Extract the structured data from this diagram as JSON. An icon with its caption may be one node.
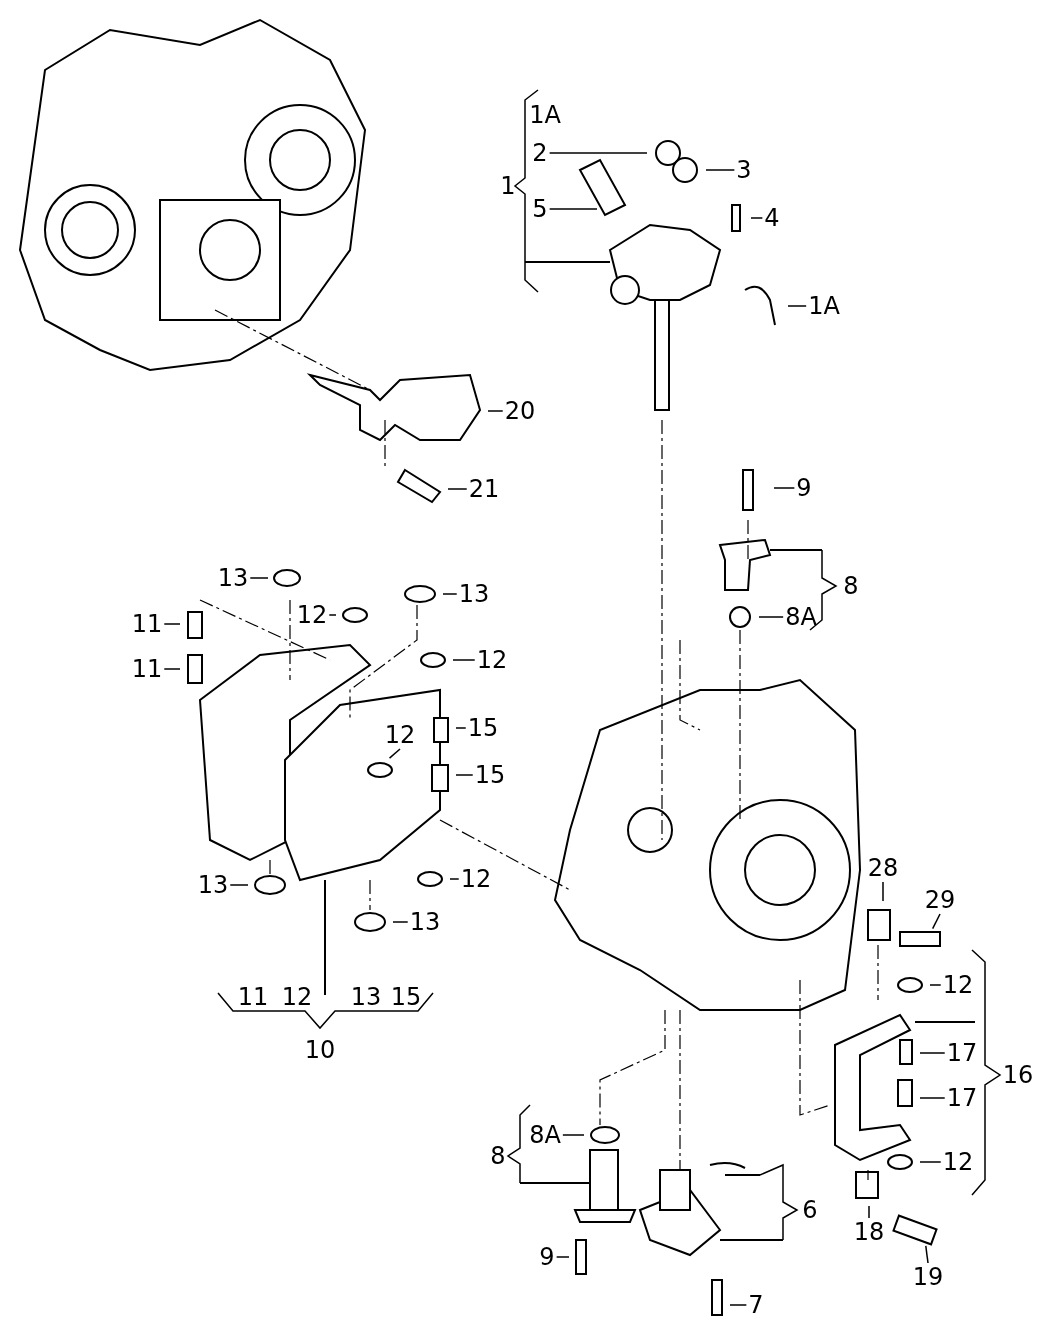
{
  "diagram": {
    "nodes": [
      {
        "text": [
          "2"
        ]
      },
      {
        "text": [
          "3"
        ]
      },
      {
        "text": [
          "5"
        ]
      },
      {
        "text": [
          "4"
        ]
      },
      {
        "text": [
          "1A"
        ]
      },
      {
        "text": [
          "20"
        ]
      },
      {
        "text": [
          "21"
        ]
      },
      {
        "text": [
          "9"
        ]
      },
      {
        "text": [
          "8A"
        ]
      },
      {
        "text": [
          "13"
        ]
      },
      {
        "text": [
          "13"
        ]
      },
      {
        "text": [
          "12"
        ]
      },
      {
        "text": [
          "11"
        ]
      },
      {
        "text": [
          "12"
        ]
      },
      {
        "text": [
          "11"
        ]
      },
      {
        "text": [
          "15"
        ]
      },
      {
        "text": [
          "12"
        ]
      },
      {
        "text": [
          "15"
        ]
      },
      {
        "text": [
          "13"
        ]
      },
      {
        "text": [
          "12"
        ]
      },
      {
        "text": [
          "13"
        ]
      },
      {
        "text": [
          "28"
        ]
      },
      {
        "text": [
          "29"
        ]
      },
      {
        "text": [
          "12"
        ]
      },
      {
        "text": [
          "17"
        ]
      },
      {
        "text": [
          "17"
        ]
      },
      {
        "text": [
          "12"
        ]
      },
      {
        "text": [
          "18"
        ]
      },
      {
        "text": [
          "19"
        ]
      },
      {
        "text": [
          "8A"
        ]
      },
      {
        "text": [
          "9"
        ]
      },
      {
        "text": [
          "7"
        ]
      }
    ],
    "edges": [
      {
        "from": 0,
        "to": null,
        "arrow": "none"
      },
      {
        "from": 1,
        "to": null,
        "arrow": "none"
      },
      {
        "from": 2,
        "to": null,
        "arrow": "none"
      },
      {
        "from": 3,
        "to": null,
        "arrow": "none"
      },
      {
        "from": 4,
        "to": null,
        "arrow": "none"
      },
      {
        "from": 5,
        "to": null,
        "arrow": "none"
      },
      {
        "from": 6,
        "to": null,
        "arrow": "none"
      },
      {
        "from": 7,
        "to": null,
        "arrow": "none"
      },
      {
        "from": 8,
        "to": null,
        "arrow": "none"
      },
      {
        "from": 9,
        "to": null,
        "arrow": "none"
      },
      {
        "from": 10,
        "to": null,
        "arrow": "none"
      },
      {
        "from": 11,
        "to": null,
        "arrow": "none"
      },
      {
        "from": 12,
        "to": null,
        "arrow": "none"
      },
      {
        "from": 13,
        "to": null,
        "arrow": "none"
      },
      {
        "from": 14,
        "to": null,
        "arrow": "none"
      },
      {
        "from": 15,
        "to": null,
        "arrow": "none"
      },
      {
        "from": 16,
        "to": null,
        "arrow": "none"
      },
      {
        "from": 17,
        "to": null,
        "arrow": "none"
      },
      {
        "from": 18,
        "to": null,
        "arrow": "none"
      },
      {
        "from": 19,
        "to": null,
        "arrow": "none"
      },
      {
        "from": 20,
        "to": null,
        "arrow": "none"
      },
      {
        "from": 21,
        "to": null,
        "arrow": "none"
      },
      {
        "from": 22,
        "to": null,
        "arrow": "none"
      },
      {
        "from": 23,
        "to": null,
        "arrow": "none"
      },
      {
        "from": 24,
        "to": null,
        "arrow": "none"
      },
      {
        "from": 25,
        "to": null,
        "arrow": "none"
      },
      {
        "from": 26,
        "to": null,
        "arrow": "none"
      },
      {
        "from": 27,
        "to": null,
        "arrow": "none"
      },
      {
        "from": 28,
        "to": null,
        "arrow": "none"
      },
      {
        "from": 29,
        "to": null,
        "arrow": "none"
      },
      {
        "from": 30,
        "to": null,
        "arrow": "none"
      },
      {
        "from": 31,
        "to": null,
        "arrow": "none"
      }
    ],
    "labels": [
      "1A",
      "1",
      "8",
      "8",
      "16",
      "6",
      "11",
      "12",
      "13",
      "15",
      "10"
    ]
  }
}
